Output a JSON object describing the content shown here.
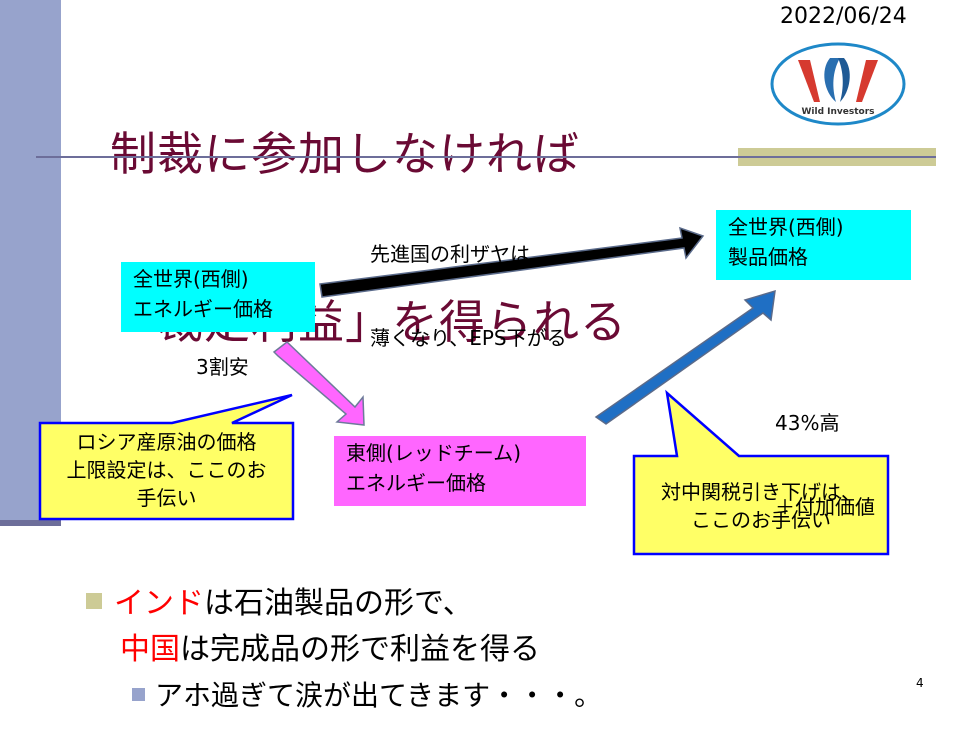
{
  "slide": {
    "date": "2022/06/24",
    "title_lines": [
      "制裁に参加しなければ",
      "「裁定利益」を得られる"
    ],
    "logo_text": "Wild Investors",
    "page_number": "4"
  },
  "diagram": {
    "west_energy_box": {
      "line1": "全世界(西側)",
      "line2": "エネルギー価格"
    },
    "west_product_box": {
      "line1": "全世界(西側)",
      "line2": "製品価格"
    },
    "east_energy_box": {
      "line1": "東側(レッドチーム)",
      "line2": "エネルギー価格"
    },
    "advanced_margin_label": {
      "line1": "先進国の利ザヤは",
      "line2": "薄くなり、EPS下がる"
    },
    "discount_label": "3割安",
    "premium_label": {
      "line1": "43%高",
      "line2": "＋付加価値"
    },
    "callout_left": {
      "line1": "ロシア産原油の価格",
      "line2": "上限設定は、ここのお",
      "line3": "手伝い"
    },
    "callout_right": {
      "line1": "対中関税引き下げは、",
      "line2": "ここのお手伝い"
    }
  },
  "bullets": {
    "item1": {
      "highlight1": "インド",
      "rest1": "は石油製品の形で、",
      "highlight2": "中国",
      "rest2": "は完成品の形で利益を得る"
    },
    "sub_item": "アホ過ぎて涙が出てきます・・・。"
  },
  "colors": {
    "title": "#6a0a34",
    "cyan_box": "#00ffff",
    "magenta_box": "#ff66ff",
    "callout_fill": "#ffff66",
    "callout_border": "#0000ff",
    "highlight": "#ff0000"
  }
}
